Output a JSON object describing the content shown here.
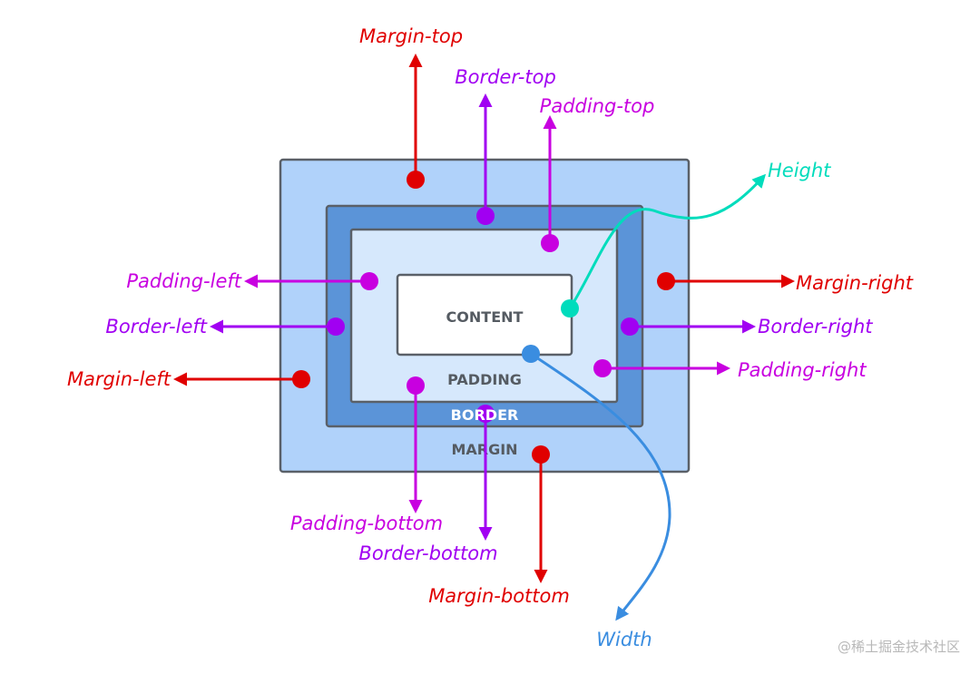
{
  "colors": {
    "margin": "#e00000",
    "border": "#a100f2",
    "padding": "#c800e0",
    "height": "#00dcbc",
    "width": "#3a8de0",
    "margin_fill": "#b0d2fa",
    "border_fill": "#5b94d8",
    "padding_fill": "#d6e8fc",
    "content_fill": "#ffffff"
  },
  "boxes": {
    "content": "CONTENT",
    "padding": "PADDING",
    "border": "BORDER",
    "margin": "MARGIN"
  },
  "labels": {
    "margin_top": "Margin-top",
    "border_top": "Border-top",
    "padding_top": "Padding-top",
    "height": "Height",
    "padding_left": "Padding-left",
    "border_left": "Border-left",
    "margin_left": "Margin-left",
    "margin_right": "Margin-right",
    "border_right": "Border-right",
    "padding_right": "Padding-right",
    "padding_bottom": "Padding-bottom",
    "border_bottom": "Border-bottom",
    "margin_bottom": "Margin-bottom",
    "width": "Width"
  },
  "watermark": "@稀土掘金技术社区"
}
